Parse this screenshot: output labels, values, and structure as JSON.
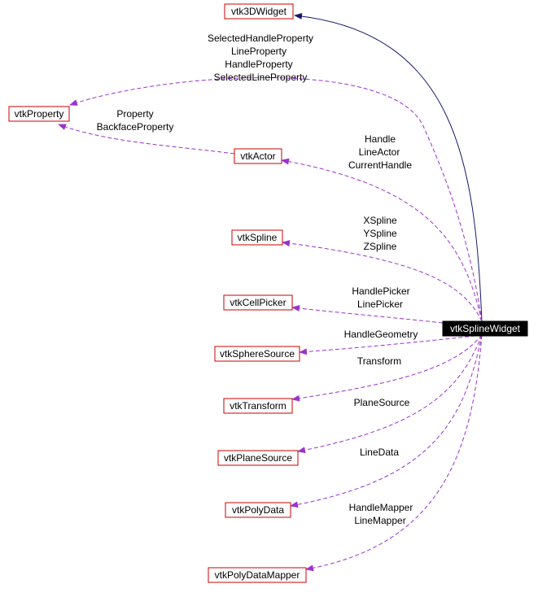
{
  "colors": {
    "node_border": "#cc0000",
    "inheritance_edge": "#191970",
    "usage_edge": "#9a32cd",
    "focus_node_bg": "#000000",
    "focus_node_text": "#ffffff"
  },
  "nodes": {
    "vtk3DWidget": "vtk3DWidget",
    "vtkProperty": "vtkProperty",
    "vtkActor": "vtkActor",
    "vtkSpline": "vtkSpline",
    "vtkCellPicker": "vtkCellPicker",
    "vtkSphereSource": "vtkSphereSource",
    "vtkTransform": "vtkTransform",
    "vtkPlaneSource": "vtkPlaneSource",
    "vtkPolyData": "vtkPolyData",
    "vtkPolyDataMapper": "vtkPolyDataMapper",
    "vtkSplineWidget": "vtkSplineWidget"
  },
  "edge_labels": {
    "property_from_widget": [
      "SelectedHandleProperty",
      "LineProperty",
      "HandleProperty",
      "SelectedLineProperty"
    ],
    "property_from_actor": [
      "Property",
      "BackfaceProperty"
    ],
    "actor": [
      "Handle",
      "LineActor",
      "CurrentHandle"
    ],
    "spline": [
      "XSpline",
      "YSpline",
      "ZSpline"
    ],
    "cellpicker": [
      "HandlePicker",
      "LinePicker"
    ],
    "spheresource": [
      "HandleGeometry"
    ],
    "transform": [
      "Transform"
    ],
    "planesource": [
      "PlaneSource"
    ],
    "polydata": [
      "LineData"
    ],
    "polydatamapper": [
      "HandleMapper",
      "LineMapper"
    ]
  }
}
